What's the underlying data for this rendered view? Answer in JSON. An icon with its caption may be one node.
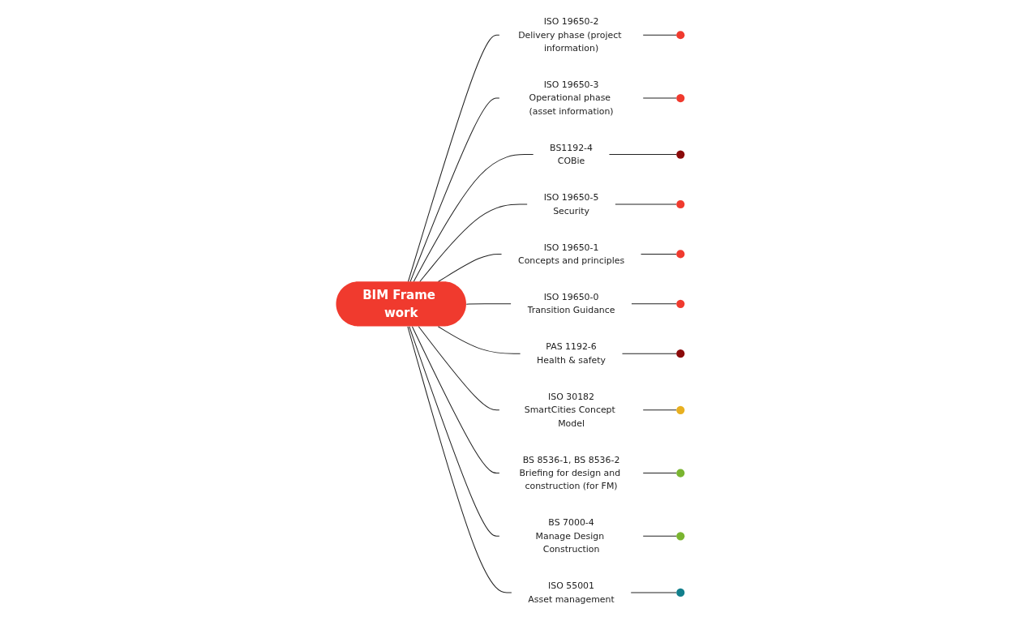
{
  "diagram": {
    "nodes": [
      {
        "text": [
          "BIM Frame work"
        ]
      },
      {
        "text": [
          "ISO 19650-2",
          "Delivery phase (project information)"
        ]
      },
      {
        "text": [
          "ISO 19650-3",
          "Operational phase (asset information)"
        ]
      },
      {
        "text": [
          "BS1192-4",
          "COBie"
        ]
      },
      {
        "text": [
          "ISO 19650-5",
          "Security"
        ]
      },
      {
        "text": [
          "ISO 19650-1",
          "Concepts and principles"
        ]
      },
      {
        "text": [
          "ISO 19650-0",
          "Transition Guidance"
        ]
      },
      {
        "text": [
          "PAS 1192-6",
          "Health & safety"
        ]
      },
      {
        "text": [
          "ISO 30182",
          "SmartCities Concept Model"
        ]
      },
      {
        "text": [
          "BS 8536-1, BS 8536-2",
          "Briefing for design and construction (for FM)"
        ]
      },
      {
        "text": [
          "BS 7000-4",
          "Manage Design Construction"
        ]
      },
      {
        "text": [
          "ISO 55001",
          "Asset management"
        ]
      },
      {
        "text": [],
        "shape": "circle"
      },
      {
        "text": [],
        "shape": "circle"
      },
      {
        "text": [],
        "shape": "circle"
      },
      {
        "text": [],
        "shape": "circle"
      },
      {
        "text": [],
        "shape": "circle"
      },
      {
        "text": [],
        "shape": "circle"
      },
      {
        "text": [],
        "shape": "circle"
      },
      {
        "text": [],
        "shape": "circle"
      },
      {
        "text": [],
        "shape": "circle"
      },
      {
        "text": [],
        "shape": "circle"
      },
      {
        "text": [],
        "shape": "circle"
      }
    ],
    "edges": [
      {
        "from": 0,
        "to": 1,
        "arrow": "none"
      },
      {
        "from": 0,
        "to": 2,
        "arrow": "none"
      },
      {
        "from": 0,
        "to": 3,
        "arrow": "none"
      },
      {
        "from": 0,
        "to": 4,
        "arrow": "none"
      },
      {
        "from": 0,
        "to": 5,
        "arrow": "none"
      },
      {
        "from": 0,
        "to": 6,
        "arrow": "none"
      },
      {
        "from": 0,
        "to": 7,
        "arrow": "none"
      },
      {
        "from": 0,
        "to": 8,
        "arrow": "none"
      },
      {
        "from": 0,
        "to": 9,
        "arrow": "none"
      },
      {
        "from": 0,
        "to": 10,
        "arrow": "none"
      },
      {
        "from": 0,
        "to": 11,
        "arrow": "none"
      },
      {
        "from": 1,
        "to": 12,
        "arrow": "none"
      },
      {
        "from": 2,
        "to": 13,
        "arrow": "none"
      },
      {
        "from": 3,
        "to": 14,
        "arrow": "none"
      },
      {
        "from": 4,
        "to": 15,
        "arrow": "none"
      },
      {
        "from": 5,
        "to": 16,
        "arrow": "none"
      },
      {
        "from": 6,
        "to": 17,
        "arrow": "none"
      },
      {
        "from": 7,
        "to": 18,
        "arrow": "none"
      },
      {
        "from": 8,
        "to": 19,
        "arrow": "none"
      },
      {
        "from": 9,
        "to": 20,
        "arrow": "none"
      },
      {
        "from": 10,
        "to": 21,
        "arrow": "none"
      },
      {
        "from": 11,
        "to": 22,
        "arrow": "none"
      }
    ]
  }
}
